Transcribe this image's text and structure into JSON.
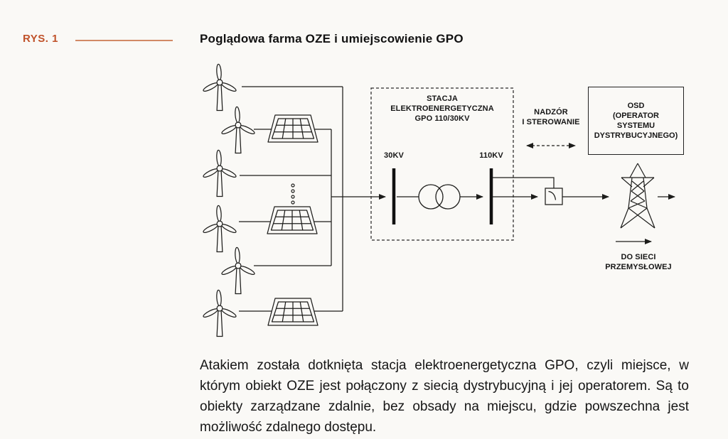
{
  "colors": {
    "background": "#faf9f6",
    "ink": "#1d1d1b",
    "accent": "#c0522a",
    "accent_rule": "#d28a66"
  },
  "figure": {
    "label": "RYS. 1",
    "title": "Poglądowa farma OZE i umiejscowienie GPO"
  },
  "diagram": {
    "station_label": {
      "line1": "STACJA",
      "line2": "ELEKTROENERGETYCZNA",
      "line3": "GPO 110/30KV"
    },
    "bus_low": "30KV",
    "bus_high": "110KV",
    "supervision": {
      "line1": "NADZÓR",
      "line2": "I STEROWANIE"
    },
    "osd": {
      "line1": "OSD",
      "line2": "(OPERATOR",
      "line3": "SYSTEMU",
      "line4": "DYSTRYBUCYJNEGO)"
    },
    "grid_destination": {
      "line1": "DO SIECI",
      "line2": "PRZEMYSŁOWEJ"
    },
    "icons": {
      "wind_turbine": "wind-turbine-icon (×6, outline)",
      "solar_panel": "solar-panel-icon (×3, tilted grid)",
      "more_units": "vertical-ellipsis-dots-icon",
      "busbar": "busbar-thick-line-icon (×2)",
      "transformer": "transformer-two-circles-icon",
      "breaker": "breaker-switch-box-icon",
      "supervision_link": "dashed-double-arrow-icon",
      "tower": "transmission-tower-icon",
      "flow_arrows": "right-arrow-icon (×7)"
    }
  },
  "caption": {
    "text": "Atakiem została dotknięta stacja elektroenergetyczna GPO, czyli miejsce, w którym obiekt OZE jest połączony z siecią dystrybucyjną i jej operatorem. Są to obiekty zarządzane zdalnie, bez obsady na miejscu, gdzie powszechna jest możliwość zdalnego dostępu."
  }
}
